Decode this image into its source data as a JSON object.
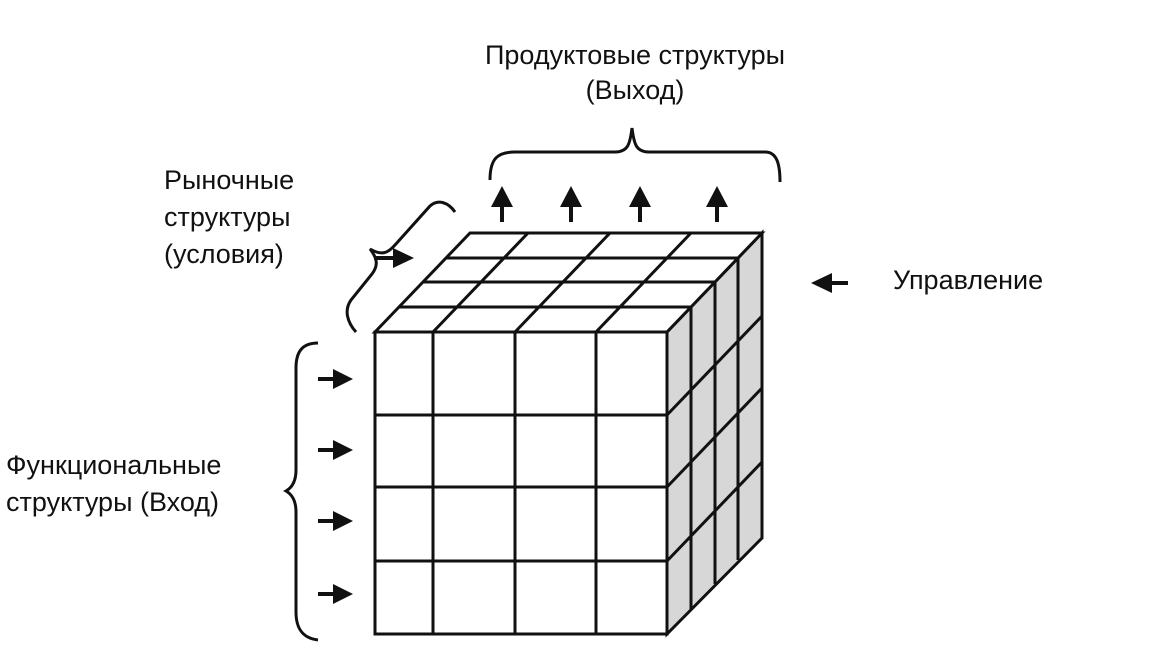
{
  "labels": {
    "product_line1": "Продуктовые структуры",
    "product_line2": "(Выход)",
    "market_line1": "Рыночные",
    "market_line2": "структуры",
    "market_line3": "(условия)",
    "control": "Управление",
    "functional_line1": "Функциональные",
    "functional_line2": "структуры (Вход)"
  },
  "cube": {
    "front_columns": 4,
    "front_rows": 4,
    "depth_layers": 4
  },
  "colors": {
    "line": "#111111",
    "front_face": "#ffffff",
    "top_face": "#ffffff",
    "side_face": "#d7d7d7"
  }
}
